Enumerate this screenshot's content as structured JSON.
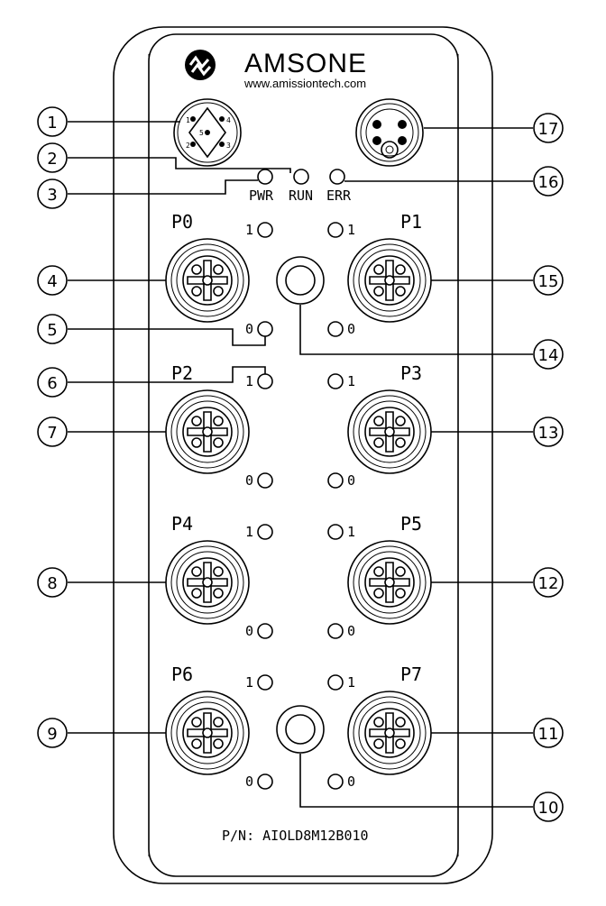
{
  "brand": {
    "name": "AMSONE",
    "url": "www.amissiontech.com"
  },
  "status_leds": [
    "PWR",
    "RUN",
    "ERR"
  ],
  "ports": [
    {
      "label": "P0",
      "led_top": "1",
      "led_bottom": "0"
    },
    {
      "label": "P1",
      "led_top": "1",
      "led_bottom": "0"
    },
    {
      "label": "P2",
      "led_top": "1",
      "led_bottom": "0"
    },
    {
      "label": "P3",
      "led_top": "1",
      "led_bottom": "0"
    },
    {
      "label": "P4",
      "led_top": "1",
      "led_bottom": "0"
    },
    {
      "label": "P5",
      "led_top": "1",
      "led_bottom": "0"
    },
    {
      "label": "P6",
      "led_top": "1",
      "led_bottom": "0"
    },
    {
      "label": "P7",
      "led_top": "1",
      "led_bottom": "0"
    }
  ],
  "power_in_pins": [
    "1",
    "2",
    "3",
    "4",
    "5"
  ],
  "callouts": [
    "1",
    "2",
    "3",
    "4",
    "5",
    "6",
    "7",
    "8",
    "9",
    "10",
    "11",
    "12",
    "13",
    "14",
    "15",
    "16",
    "17"
  ],
  "part_number": "P/N: AIOLD8M12B010",
  "colors": {
    "line": "#000000",
    "background": "#ffffff"
  }
}
